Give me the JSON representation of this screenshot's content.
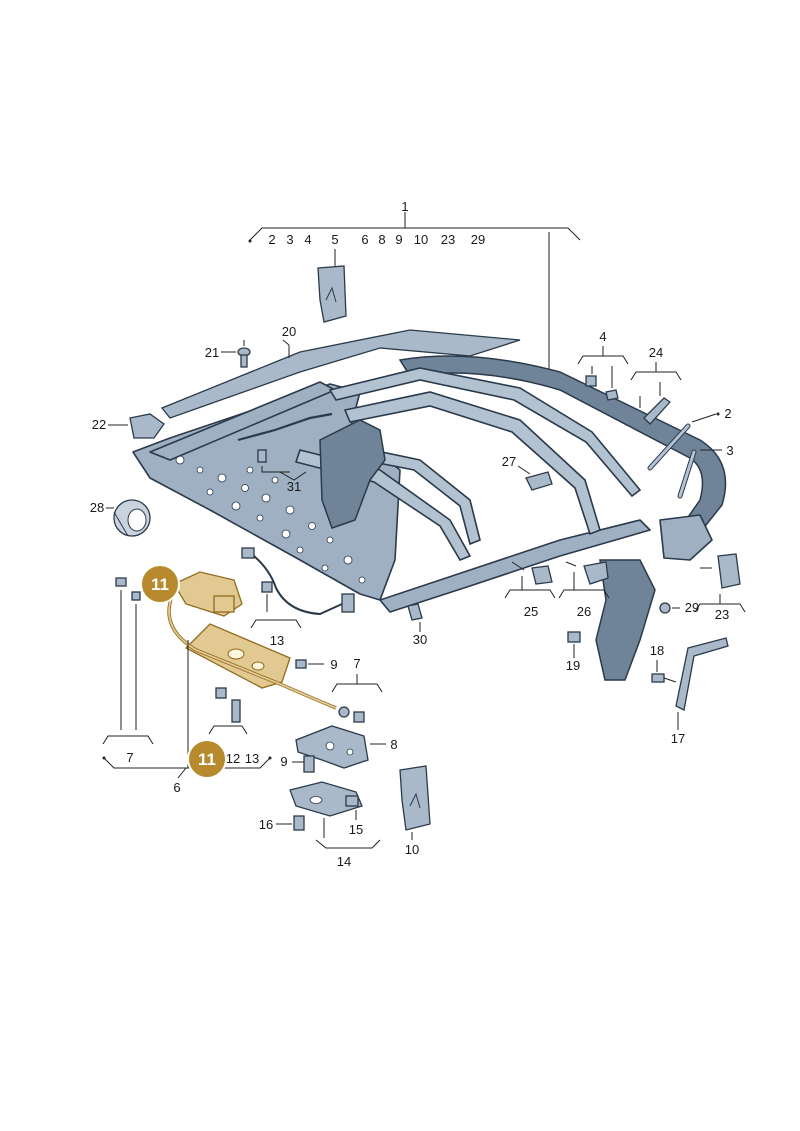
{
  "callouts": {
    "n1": "1",
    "n2": "2",
    "n3": "3",
    "n4": "4",
    "n5": "5",
    "n6": "6",
    "n7": "7",
    "n8": "8",
    "n9": "9",
    "n10": "10",
    "n12": "12",
    "n13": "13",
    "n14": "14",
    "n15": "15",
    "n16": "16",
    "n17": "17",
    "n18": "18",
    "n19": "19",
    "n20": "20",
    "n21": "21",
    "n22": "22",
    "n23": "23",
    "n24": "24",
    "n25": "25",
    "n26": "26",
    "n27": "27",
    "n28": "28",
    "n29": "29",
    "n30": "30",
    "n31": "31"
  },
  "highlight": {
    "label": "11",
    "color": "#b88a2e",
    "part_color": "#e2c991"
  },
  "icons": [
    "frame-assembly-icon",
    "motor-icon",
    "tape-roll-icon",
    "bracket-icon",
    "bolt-icon"
  ]
}
